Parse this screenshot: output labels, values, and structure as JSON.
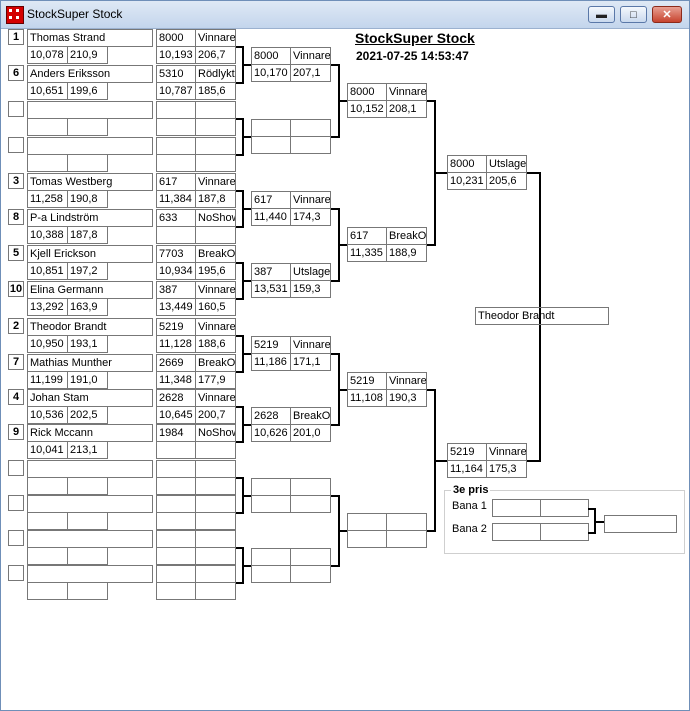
{
  "window": {
    "title": "StockSuper Stock"
  },
  "header": {
    "title": "StockSuper Stock",
    "datetime": "2021-07-25 14:53:47"
  },
  "players": [
    {
      "seed": "1",
      "name": "Thomas Strand",
      "stat1": "10,078",
      "stat2": "210,9",
      "car": "8000",
      "status": "Vinnare",
      "v1": "10,193",
      "v2": "206,7"
    },
    {
      "seed": "6",
      "name": "Anders Eriksson",
      "stat1": "10,651",
      "stat2": "199,6",
      "car": "5310",
      "status": "Rödlykta",
      "v1": "10,787",
      "v2": "185,6"
    },
    {
      "seed": "",
      "name": "",
      "stat1": "",
      "stat2": "",
      "car": "",
      "status": "",
      "v1": "",
      "v2": ""
    },
    {
      "seed": "",
      "name": "",
      "stat1": "",
      "stat2": "",
      "car": "",
      "status": "",
      "v1": "",
      "v2": ""
    },
    {
      "seed": "3",
      "name": "Tomas Westberg",
      "stat1": "11,258",
      "stat2": "190,8",
      "car": "617",
      "status": "Vinnare",
      "v1": "11,384",
      "v2": "187,8"
    },
    {
      "seed": "8",
      "name": "P-a Lindström",
      "stat1": "10,388",
      "stat2": "187,8",
      "car": "633",
      "status": "NoShow",
      "v1": "",
      "v2": ""
    },
    {
      "seed": "5",
      "name": "Kjell Erickson",
      "stat1": "10,851",
      "stat2": "197,2",
      "car": "7703",
      "status": "BreakOut",
      "v1": "10,934",
      "v2": "195,6"
    },
    {
      "seed": "10",
      "name": "Elina Germann",
      "stat1": "13,292",
      "stat2": "163,9",
      "car": "387",
      "status": "Vinnare",
      "v1": "13,449",
      "v2": "160,5"
    },
    {
      "seed": "2",
      "name": "Theodor Brandt",
      "stat1": "10,950",
      "stat2": "193,1",
      "car": "5219",
      "status": "Vinnare",
      "v1": "11,128",
      "v2": "188,6"
    },
    {
      "seed": "7",
      "name": "Mathias Munther",
      "stat1": "11,199",
      "stat2": "191,0",
      "car": "2669",
      "status": "BreakOut",
      "v1": "11,348",
      "v2": "177,9"
    },
    {
      "seed": "4",
      "name": "Johan Stam",
      "stat1": "10,536",
      "stat2": "202,5",
      "car": "2628",
      "status": "Vinnare",
      "v1": "10,645",
      "v2": "200,7"
    },
    {
      "seed": "9",
      "name": "Rick Mccann",
      "stat1": "10,041",
      "stat2": "213,1",
      "car": "1984",
      "status": "NoShow",
      "v1": "",
      "v2": ""
    },
    {
      "seed": "",
      "name": "",
      "stat1": "",
      "stat2": "",
      "car": "",
      "status": "",
      "v1": "",
      "v2": ""
    },
    {
      "seed": "",
      "name": "",
      "stat1": "",
      "stat2": "",
      "car": "",
      "status": "",
      "v1": "",
      "v2": ""
    },
    {
      "seed": "",
      "name": "",
      "stat1": "",
      "stat2": "",
      "car": "",
      "status": "",
      "v1": "",
      "v2": ""
    },
    {
      "seed": "",
      "name": "",
      "stat1": "",
      "stat2": "",
      "car": "",
      "status": "",
      "v1": "",
      "v2": ""
    }
  ],
  "round2": [
    {
      "car": "8000",
      "status": "Vinnare",
      "v1": "10,170",
      "v2": "207,1"
    },
    {
      "car": "",
      "status": "",
      "v1": "",
      "v2": ""
    },
    {
      "car": "617",
      "status": "Vinnare",
      "v1": "11,440",
      "v2": "174,3"
    },
    {
      "car": "387",
      "status": "Utslagen",
      "v1": "13,531",
      "v2": "159,3"
    },
    {
      "car": "5219",
      "status": "Vinnare",
      "v1": "11,186",
      "v2": "171,1"
    },
    {
      "car": "2628",
      "status": "BreakOut",
      "v1": "10,626",
      "v2": "201,0"
    },
    {
      "car": "",
      "status": "",
      "v1": "",
      "v2": ""
    },
    {
      "car": "",
      "status": "",
      "v1": "",
      "v2": ""
    }
  ],
  "round3": [
    {
      "car": "8000",
      "status": "Vinnare",
      "v1": "10,152",
      "v2": "208,1"
    },
    {
      "car": "617",
      "status": "BreakOut",
      "v1": "11,335",
      "v2": "188,9"
    },
    {
      "car": "5219",
      "status": "Vinnare",
      "v1": "11,108",
      "v2": "190,3"
    },
    {
      "car": "",
      "status": "",
      "v1": "",
      "v2": ""
    }
  ],
  "round4": [
    {
      "car": "8000",
      "status": "Utslagen",
      "v1": "10,231",
      "v2": "205,6"
    },
    {
      "car": "5219",
      "status": "Vinnare",
      "v1": "11,164",
      "v2": "175,3"
    }
  ],
  "winner": {
    "name": "Theodor Brandt"
  },
  "third": {
    "title": "3e pris",
    "lane1": "Bana 1",
    "lane2": "Bana 2"
  }
}
